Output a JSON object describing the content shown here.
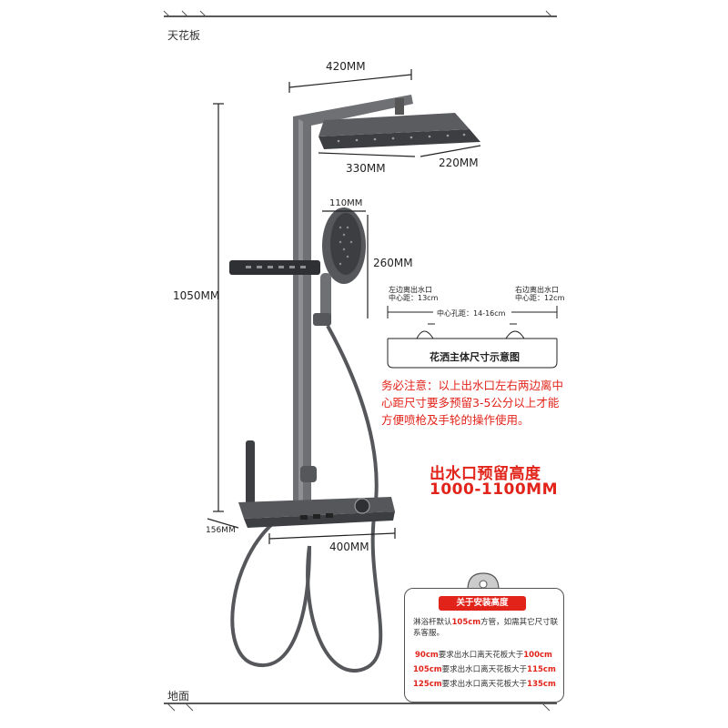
{
  "labels": {
    "ceiling": "天花板",
    "floor": "地面"
  },
  "dimensions": {
    "top_width": "420MM",
    "head_length": "330MM",
    "head_depth": "220MM",
    "handheld_width": "110MM",
    "handheld_height": "260MM",
    "total_height": "1050MM",
    "shelf_depth": "156MM",
    "shelf_width": "400MM"
  },
  "spacing_diagram": {
    "left_title": "左边离出水口",
    "left_value": "中心距：13cm",
    "right_title": "右边离出水口",
    "right_value": "中心距：12cm",
    "center_value": "中心孔距：14-16cm",
    "caption": "花洒主体尺寸示意图"
  },
  "notice": "务必注意：以上出水口左右两边离中心距尺寸要多预留3-5公分以上才能方便喷枪及手轮的操作使用。",
  "outlet_height": {
    "line1": "出水口预留高度",
    "line2": "1000-1100MM"
  },
  "install_sign": {
    "title": "关于安装高度",
    "text_pre": "淋浴杆默认",
    "text_highlight": "105cm",
    "text_post": "方管，如需其它尺寸联系客服。",
    "rules": [
      {
        "a": "90cm",
        "mid": "要求出水口离天花板大于",
        "b": "100cm"
      },
      {
        "a": "105cm",
        "mid": "要求出水口离天花板大于",
        "b": "115cm"
      },
      {
        "a": "125cm",
        "mid": "要求出水口离天花板大于",
        "b": "135cm"
      }
    ]
  },
  "colors": {
    "accent_red": "#e2231a",
    "metal_gray": "#6e7073",
    "dark_gray": "#3c3e41"
  }
}
